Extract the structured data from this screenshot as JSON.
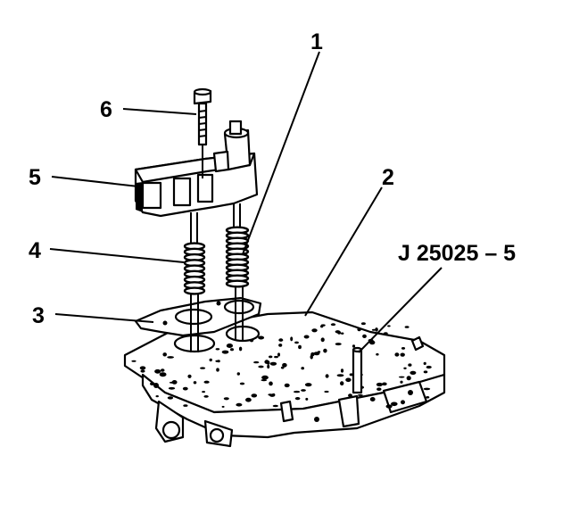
{
  "figure": {
    "callouts": [
      {
        "id": "1",
        "label": "1"
      },
      {
        "id": "2",
        "label": "2"
      },
      {
        "id": "3",
        "label": "3"
      },
      {
        "id": "4",
        "label": "4"
      },
      {
        "id": "5",
        "label": "5"
      },
      {
        "id": "6",
        "label": "6"
      },
      {
        "id": "tool",
        "label": "J 25025 – 5"
      }
    ]
  },
  "colors": {
    "ink": "#000000",
    "paper": "#ffffff"
  }
}
